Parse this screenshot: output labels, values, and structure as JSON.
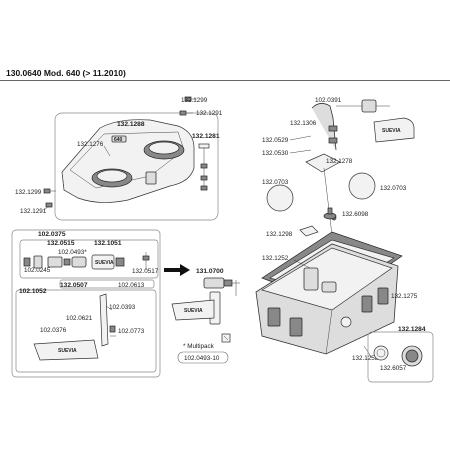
{
  "header": {
    "title": "130.0640 Mod. 640 (> 11.2010)"
  },
  "labels": {
    "p132_1299_a": "132.1299",
    "p132_1291_a": "132.1291",
    "p132_1288": "132.1288",
    "p132_1281": "132.1281",
    "p132_1276": "132.1276",
    "p132_1299_b": "132.1299",
    "p132_1291_b": "132.1291",
    "p102_0391": "102.0391",
    "p132_1306": "132.1306",
    "p132_0529": "132.0529",
    "p132_0530": "132.0530",
    "p132_1278": "132.1278",
    "p132_0703_a": "132.0703",
    "p132_0703_b": "132.0703",
    "p132_6098": "132.6098",
    "p132_1298": "132.1298",
    "p132_1252": "132.1252",
    "p132_1275": "132.1275",
    "p132_1284": "132.1284",
    "p132_6057": "132.6057",
    "p132_1258": "132.1258",
    "p102_0375": "102.0375",
    "p132_0515": "132.0515",
    "p132_1051": "132.1051",
    "p102_0493_star": "102.0493*",
    "p102_0245": "102.0245",
    "p132_0517": "132.0517",
    "p132_0507": "132.0507",
    "p102_0613": "102.0613",
    "p102_1052": "102.1052",
    "p102_0393": "102.0393",
    "p102_0621": "102.0621",
    "p102_0376": "102.0376",
    "p102_0773": "102.0773",
    "p131_0700": "131.0700",
    "multipack": "* Multipack",
    "p102_0493_10": "102.0493-10",
    "brand": "SUEVIA",
    "lid_model": "640"
  }
}
